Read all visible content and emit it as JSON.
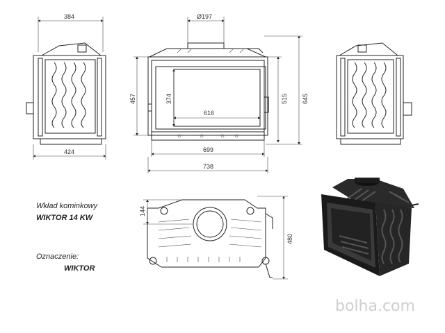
{
  "dimensions": {
    "side_width_top": "384",
    "flue_diameter": "Ø197",
    "side_width_bottom": "424",
    "height_457": "457",
    "glass_height": "374",
    "glass_width": "616",
    "height_515": "515",
    "height_645": "645",
    "front_width_699": "699",
    "front_width_738": "738",
    "top_offset_144": "144",
    "top_depth_480": "480"
  },
  "labels": {
    "product_type": "Wkład kominkowy",
    "model_power": "WIKTOR 14 KW",
    "designation_label": "Oznaczenie:",
    "designation_value": "WIKTOR"
  },
  "watermark": "bolha.com"
}
